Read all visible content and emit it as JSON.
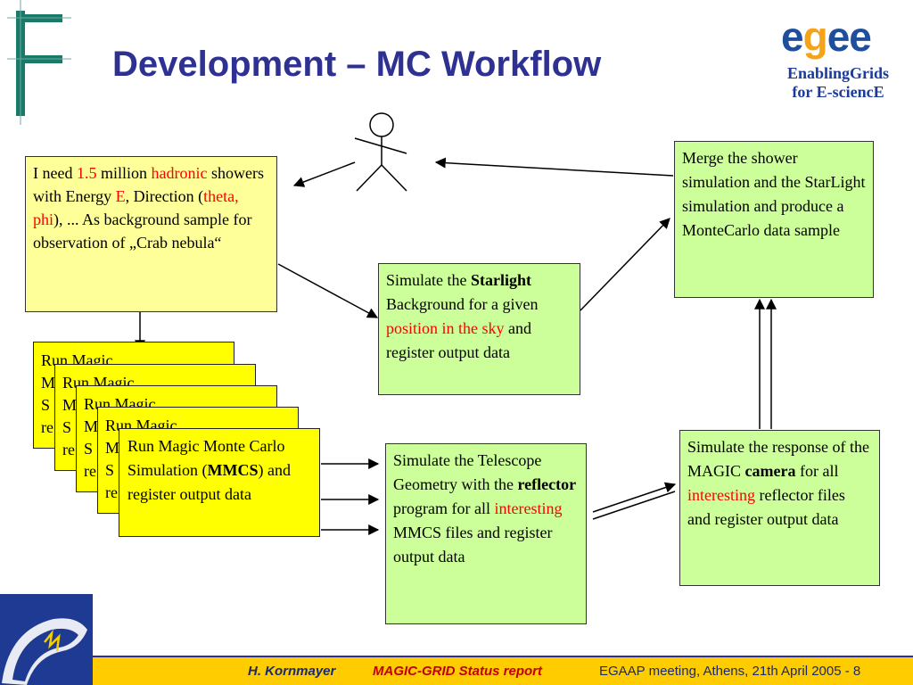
{
  "header": {
    "title": "Development – MC Workflow",
    "logo_text": {
      "e1": "e",
      "g": "g",
      "e2": "e",
      "e3": "e"
    },
    "tagline_line1": "EnablingGrids",
    "tagline_line2": "for E-sciencE"
  },
  "request_box": {
    "t1": "I need ",
    "v1": "1.5",
    "t2": " million ",
    "v2": "hadronic",
    "t3": " showers with Energy ",
    "v3": "E",
    "t4": ", Direction (",
    "v4": "theta, phi",
    "t5": "), ... As background sample for observation of „Crab nebula“"
  },
  "mmcs_stack": {
    "partial_lines": [
      "Run Magic",
      "M",
      "S",
      "re"
    ],
    "front": {
      "t1": "Run Magic Monte Carlo Simulation (",
      "b1": "MMCS",
      "t2": ") and register output data"
    }
  },
  "starlight_box": {
    "t1": "Simulate the ",
    "b1": "Starlight",
    "t2": " Background for a given ",
    "r1": "position in the sky",
    "t3": " and register output data"
  },
  "merge_box": {
    "text": "Merge the shower simulation and the StarLight simulation and produce a MonteCarlo data sample"
  },
  "reflector_box": {
    "t1": "Simulate the Telescope Geometry with the ",
    "b1": "reflector",
    "t2": " program for all ",
    "r1": "interesting",
    "t3": " MMCS files and register output data"
  },
  "camera_box": {
    "t1": "Simulate the response of the MAGIC ",
    "b1": "camera",
    "t2": "  for all ",
    "r1": "interesting",
    "t3": " reflector files and register output data"
  },
  "footer": {
    "author": "H. Kornmayer",
    "report": "MAGIC-GRID Status report",
    "meeting": "EGAAP meeting, Athens, 21th April 2005  -  8"
  },
  "colors": {
    "title": "#2e3192",
    "highlight": "#ff0000",
    "yellow_box": "#ffff99",
    "green_box": "#ccff99",
    "mmcs_box": "#ffff00",
    "footer_bar": "#ffcc00"
  },
  "icons": [
    "stick-figure-icon",
    "egee-logo",
    "grid-corner-logo",
    "lightning-icon"
  ]
}
